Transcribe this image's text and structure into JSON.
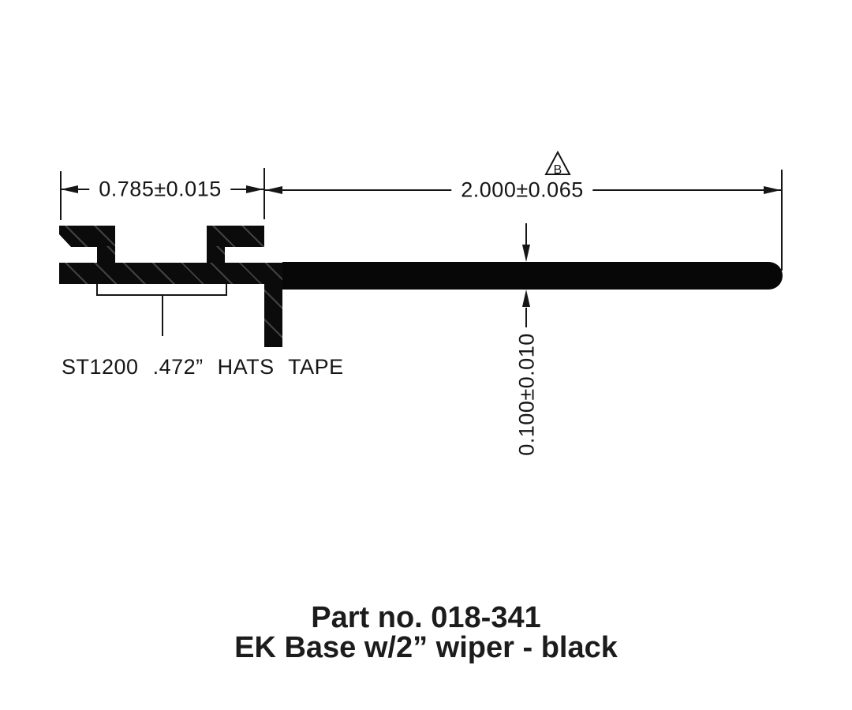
{
  "drawing": {
    "dims": {
      "hat_width": "0.785±0.015",
      "wiper_length": "2.000±0.065",
      "thickness": "0.100±0.010"
    },
    "revision_marker": "B",
    "tape_note": "ST1200 .472” HATS TAPE",
    "title": {
      "part_no": "Part no. 018-341",
      "description": "EK Base w/2” wiper - black"
    },
    "colors": {
      "ink": "#161616",
      "profile_fill": "#0b0b0b",
      "hatch_line": "#424242",
      "background": "#ffffff"
    }
  }
}
